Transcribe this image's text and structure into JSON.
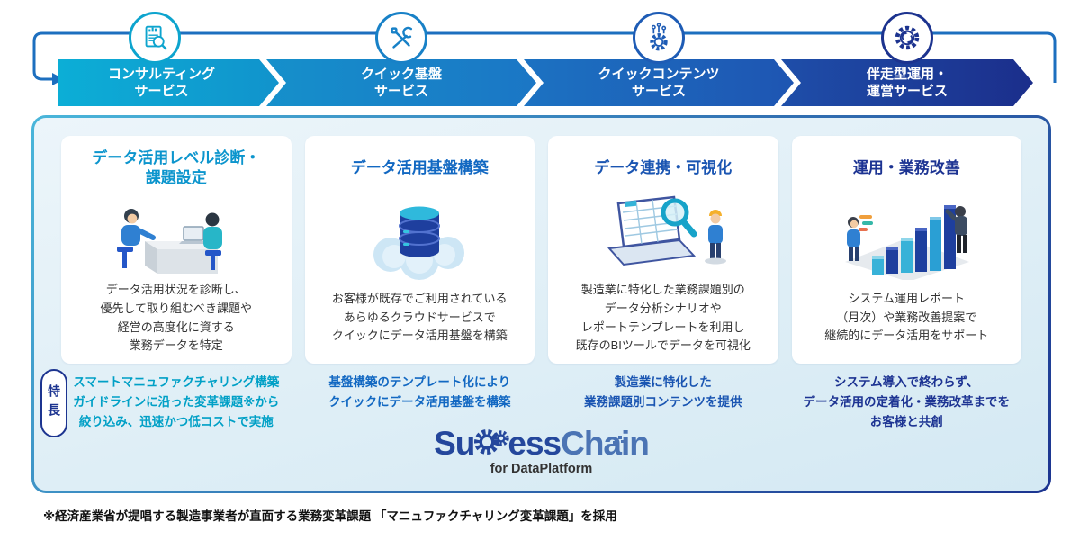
{
  "flow": {
    "loop_color": "#1d6fbf",
    "steps": [
      {
        "label": "コンサルティング\nサービス",
        "icon": "report-magnifier-icon",
        "color": "#0da4ce"
      },
      {
        "label": "クイック基盤\nサービス",
        "icon": "tools-icon",
        "color": "#1881c7"
      },
      {
        "label": "クイックコンテンツ\nサービス",
        "icon": "gear-circuit-icon",
        "color": "#1e5cb5"
      },
      {
        "label": "伴走型運用・\n運営サービス",
        "icon": "gear-sync-icon",
        "color": "#1c338f"
      }
    ]
  },
  "cards": [
    {
      "title": "データ活用レベル診断・\n課題設定",
      "title_color": "#0c95cd",
      "illustration": "consultation-illustration",
      "description": "データ活用状況を診断し、\n優先して取り組むべき課題や\n経営の高度化に資する\n業務データを特定"
    },
    {
      "title": "データ活用基盤構築",
      "title_color": "#1268c2",
      "illustration": "cloud-database-illustration",
      "description": "お客様が既存でご利用されている\nあらゆるクラウドサービスで\nクイックにデータ活用基盤を構築"
    },
    {
      "title": "データ連携・可視化",
      "title_color": "#1a55b2",
      "illustration": "laptop-visualization-illustration",
      "description": "製造業に特化した業務課題別の\nデータ分析シナリオや\nレポートテンプレートを利用し\n既存のBIツールでデータを可視化"
    },
    {
      "title": "運用・業務改善",
      "title_color": "#1c3392",
      "illustration": "growth-chart-illustration",
      "description": "システム運用レポート\n（月次）や業務改善提案で\n継続的にデータ活用をサポート"
    }
  ],
  "features": {
    "label": "特長",
    "items": [
      {
        "text": "スマートマニュファクチャリング構築\nガイドラインに沿った変革課題※から\n絞り込み、迅速かつ低コストで実施",
        "color": "#00a0c6"
      },
      {
        "text": "基盤構築のテンプレート化により\nクイックにデータ活用基盤を構築",
        "color": "#1268c2"
      },
      {
        "text": "製造業に特化した\n業務課題別コンテンツを提供",
        "color": "#1a55b2"
      },
      {
        "text": "システム導入で終わらず、\nデータ活用の定着化・業務改革までを\nお客様と共創",
        "color": "#1c3392"
      }
    ]
  },
  "logo": {
    "text_su": "Su",
    "text_ess": "ess",
    "text_chain": "Chain",
    "subtitle": "for DataPlatform",
    "primary_color": "#24479c",
    "secondary_color": "#4b74b4"
  },
  "footnote": "※経済産業省が提唱する製造事業者が直面する業務変革課題 「マニュファクチャリング変革課題」を採用"
}
